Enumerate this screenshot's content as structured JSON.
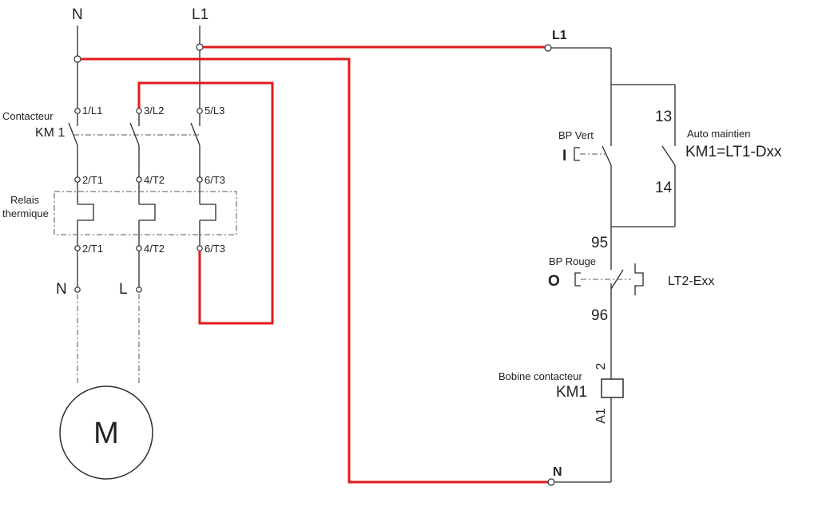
{
  "power": {
    "top_n": "N",
    "top_l1": "L1",
    "contactor_label": "Contacteur",
    "contactor_name": "KM 1",
    "relay_label_1": "Relais",
    "relay_label_2": "thermique",
    "terminals_top": [
      "1/L1",
      "3/L2",
      "5/L3"
    ],
    "terminals_mid": [
      "2/T1",
      "4/T2",
      "6/T3"
    ],
    "terminals_bot": [
      "2/T1",
      "4/T2",
      "6/T3"
    ],
    "motor_in_n": "N",
    "motor_in_l": "L",
    "motor_label": "M"
  },
  "control": {
    "l1": "L1",
    "n": "N",
    "bp_vert_label": "BP Vert",
    "bp_vert_symbol": "I",
    "contact_13": "13",
    "contact_14": "14",
    "auto_maintien": "Auto maintien",
    "km1_ref": "KM1=LT1-Dxx",
    "contact_95": "95",
    "contact_96": "96",
    "bp_rouge_label": "BP Rouge",
    "bp_rouge_symbol": "O",
    "lt2_ref": "LT2-Exx",
    "coil_2": "2",
    "coil_label": "Bobine contacteur",
    "coil_name": "KM1",
    "coil_a1": "A1"
  },
  "colors": {
    "wire": "#2b2b2b",
    "highlight_wire": "#e01b1b"
  }
}
